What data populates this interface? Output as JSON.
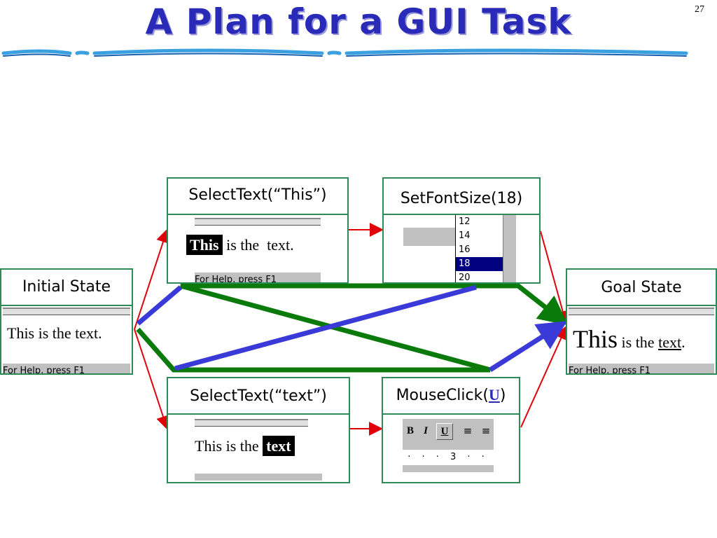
{
  "slide": {
    "title": "A Plan for a GUI Task",
    "page_number": "27"
  },
  "initial": {
    "header": "Initial State",
    "text": "This is the text.",
    "status": "For Help, press F1"
  },
  "goal": {
    "header": "Goal State",
    "word_big": "This",
    "mid": " is the ",
    "word_underlined": "text",
    "end": ".",
    "status": "For Help, press F1"
  },
  "select_this": {
    "header": "SelectText(“This”)",
    "highlight": "This",
    "rest": " is the  text.",
    "status": "For Help, press F1"
  },
  "set_font": {
    "header": "SetFontSize(18)",
    "options": [
      "12",
      "14",
      "16",
      "18",
      "20"
    ],
    "selected": "18"
  },
  "select_text": {
    "header": "SelectText(“text”)",
    "before": "This is the ",
    "highlight": "text"
  },
  "mouse_click": {
    "header_prefix": "MouseClick(",
    "header_arg": "U",
    "header_suffix": ")",
    "bold_btn": "B",
    "italic_btn": "I",
    "underline_btn": "U",
    "ruler_mark": "3"
  },
  "colors": {
    "title": "#2a2ab8",
    "box_border": "#2e8b57",
    "label_red": "#e8190e",
    "plan_green": "#0a7a0a",
    "plan_blue": "#3a3ad8",
    "arrow_red": "#e0000a"
  }
}
